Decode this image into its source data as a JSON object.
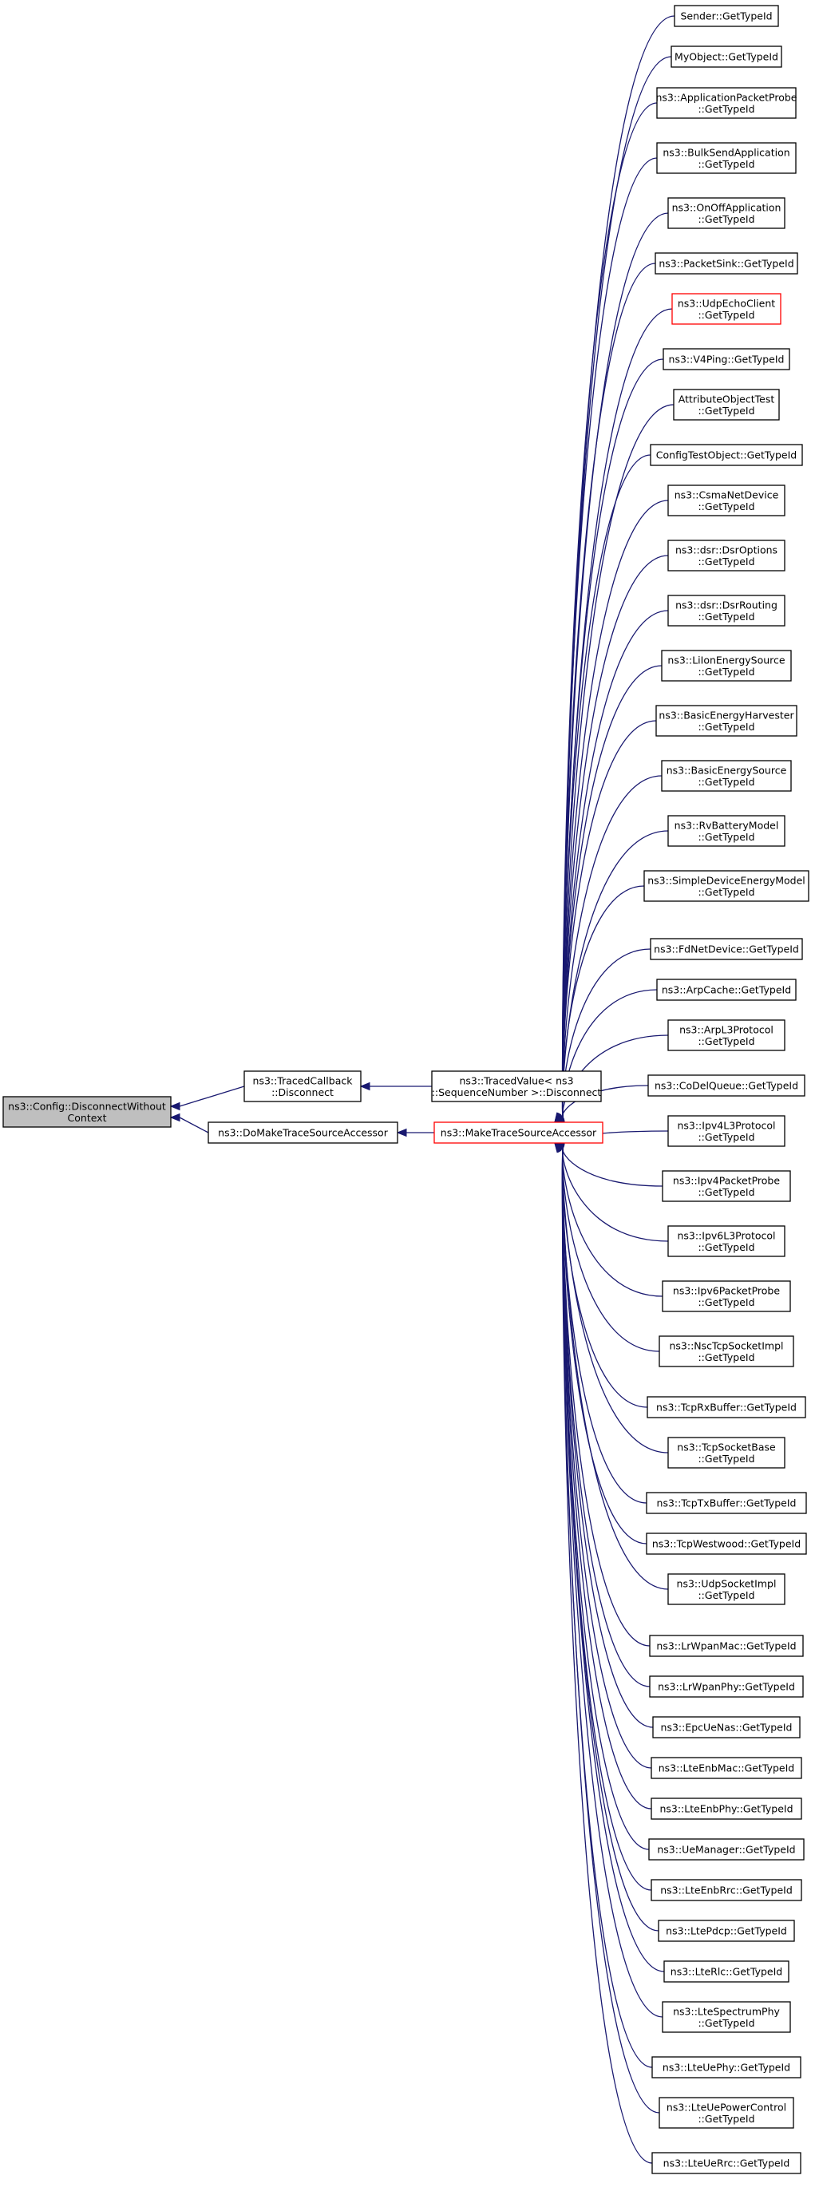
{
  "nodes": [
    {
      "id": "root",
      "lines": [
        "ns3::Config::DisconnectWithout",
        "Context"
      ],
      "style": "root"
    },
    {
      "id": "tcb",
      "lines": [
        "ns3::TracedCallback",
        "::Disconnect"
      ]
    },
    {
      "id": "dmtsa",
      "lines": [
        "ns3::DoMakeTraceSourceAccessor"
      ]
    },
    {
      "id": "tv",
      "lines": [
        "ns3::TracedValue< ns3",
        "::SequenceNumber >::Disconnect"
      ]
    },
    {
      "id": "mtsa",
      "lines": [
        "ns3::MakeTraceSourceAccessor"
      ],
      "style": "hl"
    },
    {
      "id": "l0",
      "lines": [
        "Sender::GetTypeId"
      ]
    },
    {
      "id": "l1",
      "lines": [
        "MyObject::GetTypeId"
      ]
    },
    {
      "id": "l2",
      "lines": [
        "ns3::ApplicationPacketProbe",
        "::GetTypeId"
      ]
    },
    {
      "id": "l3",
      "lines": [
        "ns3::BulkSendApplication",
        "::GetTypeId"
      ]
    },
    {
      "id": "l4",
      "lines": [
        "ns3::OnOffApplication",
        "::GetTypeId"
      ]
    },
    {
      "id": "l5",
      "lines": [
        "ns3::PacketSink::GetTypeId"
      ]
    },
    {
      "id": "l6",
      "lines": [
        "ns3::UdpEchoClient",
        "::GetTypeId"
      ],
      "style": "hl"
    },
    {
      "id": "l7",
      "lines": [
        "ns3::V4Ping::GetTypeId"
      ]
    },
    {
      "id": "l8",
      "lines": [
        "AttributeObjectTest",
        "::GetTypeId"
      ]
    },
    {
      "id": "l9",
      "lines": [
        "ConfigTestObject::GetTypeId"
      ]
    },
    {
      "id": "l10",
      "lines": [
        "ns3::CsmaNetDevice",
        "::GetTypeId"
      ]
    },
    {
      "id": "l11",
      "lines": [
        "ns3::dsr::DsrOptions",
        "::GetTypeId"
      ]
    },
    {
      "id": "l12",
      "lines": [
        "ns3::dsr::DsrRouting",
        "::GetTypeId"
      ]
    },
    {
      "id": "l13",
      "lines": [
        "ns3::LiIonEnergySource",
        "::GetTypeId"
      ]
    },
    {
      "id": "l14",
      "lines": [
        "ns3::BasicEnergyHarvester",
        "::GetTypeId"
      ]
    },
    {
      "id": "l15",
      "lines": [
        "ns3::BasicEnergySource",
        "::GetTypeId"
      ]
    },
    {
      "id": "l16",
      "lines": [
        "ns3::RvBatteryModel",
        "::GetTypeId"
      ]
    },
    {
      "id": "l17",
      "lines": [
        "ns3::SimpleDeviceEnergyModel",
        "::GetTypeId"
      ]
    },
    {
      "id": "l18",
      "lines": [
        "ns3::FdNetDevice::GetTypeId"
      ]
    },
    {
      "id": "l19",
      "lines": [
        "ns3::ArpCache::GetTypeId"
      ]
    },
    {
      "id": "l20",
      "lines": [
        "ns3::ArpL3Protocol",
        "::GetTypeId"
      ]
    },
    {
      "id": "l21",
      "lines": [
        "ns3::CoDelQueue::GetTypeId"
      ]
    },
    {
      "id": "l22",
      "lines": [
        "ns3::Ipv4L3Protocol",
        "::GetTypeId"
      ]
    },
    {
      "id": "l23",
      "lines": [
        "ns3::Ipv4PacketProbe",
        "::GetTypeId"
      ]
    },
    {
      "id": "l24",
      "lines": [
        "ns3::Ipv6L3Protocol",
        "::GetTypeId"
      ]
    },
    {
      "id": "l25",
      "lines": [
        "ns3::Ipv6PacketProbe",
        "::GetTypeId"
      ]
    },
    {
      "id": "l26",
      "lines": [
        "ns3::NscTcpSocketImpl",
        "::GetTypeId"
      ]
    },
    {
      "id": "l27",
      "lines": [
        "ns3::TcpRxBuffer::GetTypeId"
      ]
    },
    {
      "id": "l28",
      "lines": [
        "ns3::TcpSocketBase",
        "::GetTypeId"
      ]
    },
    {
      "id": "l29",
      "lines": [
        "ns3::TcpTxBuffer::GetTypeId"
      ]
    },
    {
      "id": "l30",
      "lines": [
        "ns3::TcpWestwood::GetTypeId"
      ]
    },
    {
      "id": "l31",
      "lines": [
        "ns3::UdpSocketImpl",
        "::GetTypeId"
      ]
    },
    {
      "id": "l32",
      "lines": [
        "ns3::LrWpanMac::GetTypeId"
      ]
    },
    {
      "id": "l33",
      "lines": [
        "ns3::LrWpanPhy::GetTypeId"
      ]
    },
    {
      "id": "l34",
      "lines": [
        "ns3::EpcUeNas::GetTypeId"
      ]
    },
    {
      "id": "l35",
      "lines": [
        "ns3::LteEnbMac::GetTypeId"
      ]
    },
    {
      "id": "l36",
      "lines": [
        "ns3::LteEnbPhy::GetTypeId"
      ]
    },
    {
      "id": "l37",
      "lines": [
        "ns3::UeManager::GetTypeId"
      ]
    },
    {
      "id": "l38",
      "lines": [
        "ns3::LteEnbRrc::GetTypeId"
      ]
    },
    {
      "id": "l39",
      "lines": [
        "ns3::LtePdcp::GetTypeId"
      ]
    },
    {
      "id": "l40",
      "lines": [
        "ns3::LteRlc::GetTypeId"
      ]
    },
    {
      "id": "l41",
      "lines": [
        "ns3::LteSpectrumPhy",
        "::GetTypeId"
      ]
    },
    {
      "id": "l42",
      "lines": [
        "ns3::LteUePhy::GetTypeId"
      ]
    },
    {
      "id": "l43",
      "lines": [
        "ns3::LteUePowerControl",
        "::GetTypeId"
      ]
    },
    {
      "id": "l44",
      "lines": [
        "ns3::LteUeRrc::GetTypeId"
      ]
    }
  ],
  "edges": [
    {
      "from": "tcb",
      "to": "root"
    },
    {
      "from": "dmtsa",
      "to": "root"
    },
    {
      "from": "tv",
      "to": "tcb"
    },
    {
      "from": "mtsa",
      "to": "dmtsa"
    },
    {
      "from": "l0",
      "to": "mtsa"
    },
    {
      "from": "l1",
      "to": "mtsa"
    },
    {
      "from": "l2",
      "to": "mtsa"
    },
    {
      "from": "l3",
      "to": "mtsa"
    },
    {
      "from": "l4",
      "to": "mtsa"
    },
    {
      "from": "l5",
      "to": "mtsa"
    },
    {
      "from": "l6",
      "to": "mtsa"
    },
    {
      "from": "l7",
      "to": "mtsa"
    },
    {
      "from": "l8",
      "to": "mtsa"
    },
    {
      "from": "l9",
      "to": "mtsa"
    },
    {
      "from": "l10",
      "to": "mtsa"
    },
    {
      "from": "l11",
      "to": "mtsa"
    },
    {
      "from": "l12",
      "to": "mtsa"
    },
    {
      "from": "l13",
      "to": "mtsa"
    },
    {
      "from": "l14",
      "to": "mtsa"
    },
    {
      "from": "l15",
      "to": "mtsa"
    },
    {
      "from": "l16",
      "to": "mtsa"
    },
    {
      "from": "l17",
      "to": "mtsa"
    },
    {
      "from": "l18",
      "to": "mtsa"
    },
    {
      "from": "l19",
      "to": "mtsa"
    },
    {
      "from": "l20",
      "to": "mtsa"
    },
    {
      "from": "l21",
      "to": "mtsa"
    },
    {
      "from": "l22",
      "to": "mtsa"
    },
    {
      "from": "l23",
      "to": "mtsa"
    },
    {
      "from": "l24",
      "to": "mtsa"
    },
    {
      "from": "l25",
      "to": "mtsa"
    },
    {
      "from": "l26",
      "to": "mtsa"
    },
    {
      "from": "l27",
      "to": "mtsa"
    },
    {
      "from": "l28",
      "to": "mtsa"
    },
    {
      "from": "l29",
      "to": "mtsa"
    },
    {
      "from": "l30",
      "to": "mtsa"
    },
    {
      "from": "l31",
      "to": "mtsa"
    },
    {
      "from": "l32",
      "to": "mtsa"
    },
    {
      "from": "l33",
      "to": "mtsa"
    },
    {
      "from": "l34",
      "to": "mtsa"
    },
    {
      "from": "l35",
      "to": "mtsa"
    },
    {
      "from": "l36",
      "to": "mtsa"
    },
    {
      "from": "l37",
      "to": "mtsa"
    },
    {
      "from": "l38",
      "to": "mtsa"
    },
    {
      "from": "l39",
      "to": "mtsa"
    },
    {
      "from": "l40",
      "to": "mtsa"
    },
    {
      "from": "l41",
      "to": "mtsa"
    },
    {
      "from": "l42",
      "to": "mtsa"
    },
    {
      "from": "l43",
      "to": "mtsa"
    },
    {
      "from": "l44",
      "to": "mtsa"
    }
  ],
  "colors": {
    "edge": "#191970",
    "highlight_border": "#ff0000",
    "root_fill": "#bfbfbf"
  }
}
